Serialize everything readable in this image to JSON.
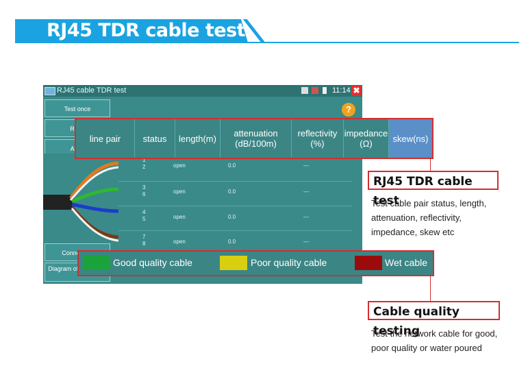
{
  "banner": {
    "title": "RJ45 TDR cable test"
  },
  "device": {
    "window_title": "RJ45 cable TDR test",
    "clock": "11:14",
    "close_label": "✖",
    "help_label": "?",
    "side_buttons": [
      "Test once",
      "Repo",
      "Adva",
      "Connection",
      "Diagram of sequence"
    ],
    "rows": [
      {
        "pins": [
          "1",
          "2"
        ],
        "status": "open",
        "value": "0.0",
        "dash": "---"
      },
      {
        "pins": [
          "3",
          "6"
        ],
        "status": "open",
        "value": "0.0",
        "dash": "---"
      },
      {
        "pins": [
          "4",
          "5"
        ],
        "status": "open",
        "value": "0.0",
        "dash": "---"
      },
      {
        "pins": [
          "7",
          "8"
        ],
        "status": "open",
        "value": "0.0",
        "dash": "---"
      }
    ]
  },
  "header": {
    "columns": [
      "line pair",
      "status",
      "length(m)",
      "attenuation\n(dB/100m)",
      "reflectivity\n(%)",
      "impedance\n(Ω)",
      "skew(ns)"
    ]
  },
  "legend": {
    "items": [
      {
        "label": "Good quality cable",
        "color": "#1aa33a"
      },
      {
        "label": "Poor quality cable",
        "color": "#d8cf10"
      },
      {
        "label": "Wet cable",
        "color": "#9c0b0b"
      }
    ]
  },
  "feature1": {
    "title": "RJ45 TDR cable test",
    "description": "Test cable pair status, length, attenuation, reflectivity, impedance, skew etc"
  },
  "feature2": {
    "title": "Cable quality testing",
    "description": "Test the network cable for good, poor quality or water poured"
  }
}
